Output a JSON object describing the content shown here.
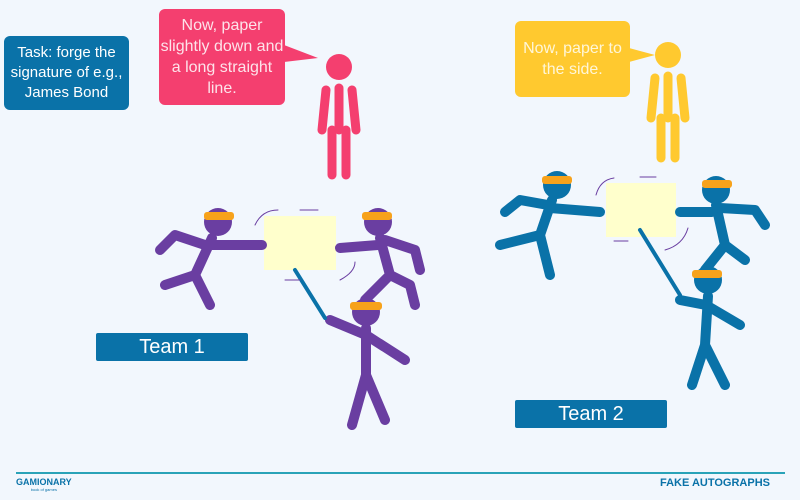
{
  "task": "Task: forge the signature of e.g., James Bond",
  "bubbles": {
    "team1_instruction": "Now, paper slightly down and a long straight line.",
    "team2_instruction": "Now, paper to the side."
  },
  "teams": [
    "Team 1",
    "Team 2"
  ],
  "footer": {
    "logo": "GAMIONARY",
    "logo_tagline": "book of games",
    "title": "FAKE AUTOGRAPHS"
  },
  "colors": {
    "background": "#f2f7fd",
    "team1": "#6a3ea1",
    "team2": "#0a72a8",
    "guide1": "#f43f6f",
    "guide2": "#ffc92f",
    "blindfold": "#f7a21b",
    "paper": "#ffffcc"
  }
}
